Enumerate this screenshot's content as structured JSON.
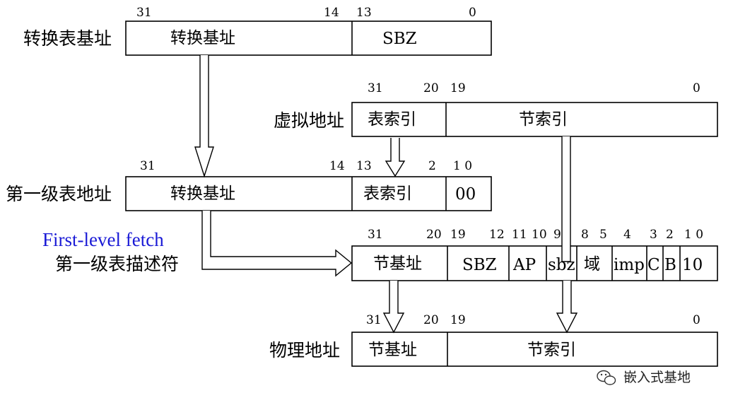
{
  "translation_base": {
    "label": "转换表基址",
    "bits": {
      "b31": "31",
      "b14": "14",
      "b13": "13",
      "b0": "0"
    },
    "fields": {
      "base": "转换基址",
      "sbz": "SBZ"
    }
  },
  "virtual_address": {
    "label": "虚拟地址",
    "bits": {
      "b31": "31",
      "b20": "20",
      "b19": "19",
      "b0": "0"
    },
    "fields": {
      "table_index": "表索引",
      "section_index": "节索引"
    }
  },
  "first_level_address": {
    "label": "第一级表地址",
    "bits": {
      "b31": "31",
      "b14": "14",
      "b13": "13",
      "b2": "2",
      "b10": "1 0"
    },
    "fields": {
      "base": "转换基址",
      "table_index": "表索引",
      "low": "00"
    }
  },
  "first_level_descriptor": {
    "fetch_label": "First-level fetch",
    "label": "第一级表描述符",
    "bits": {
      "b31": "31",
      "b20": "20",
      "b19": "19",
      "b12": "12",
      "b11": "11",
      "b10": "10",
      "b9": "9",
      "b8": "8",
      "b5": "5",
      "b4": "4",
      "b3": "3",
      "b2": "2",
      "b10pair": "1 0"
    },
    "fields": {
      "section_base": "节基址",
      "sbz": "SBZ",
      "ap": "AP",
      "sbz2": "sbz",
      "domain": "域",
      "imp": "imp",
      "c": "C",
      "b": "B",
      "type": "10"
    }
  },
  "physical_address": {
    "label": "物理地址",
    "bits": {
      "b31": "31",
      "b20": "20",
      "b19": "19",
      "b0": "0"
    },
    "fields": {
      "section_base": "节基址",
      "section_index": "节索引"
    }
  },
  "watermark": {
    "text": "嵌入式基地",
    "icon": "wechat-icon"
  }
}
